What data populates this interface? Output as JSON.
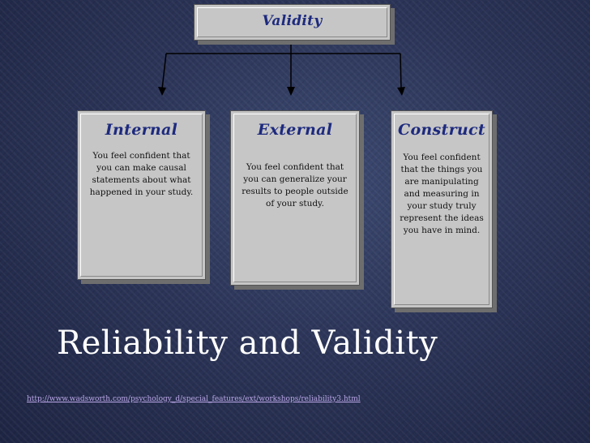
{
  "diagram": {
    "root": {
      "title": "Validity"
    },
    "children": [
      {
        "id": "internal",
        "title": "Internal",
        "description": "You feel confident that\nyou can make causal\nstatements about what\nhappened in your study."
      },
      {
        "id": "external",
        "title": "External",
        "description": "You feel confident that\nyou can generalize your\nresults to people outside\nof your study."
      },
      {
        "id": "construct",
        "title": "Construct",
        "description": "You feel confident\nthat the things you\nare manipulating\nand measuring in\nyour study truly\nrepresent the ideas\nyou have in mind."
      }
    ]
  },
  "slide": {
    "title": "Reliability and Validity",
    "source_url": "http://www.wadsworth.com/psychology_d/special_features/ext/workshops/reliability3.html"
  },
  "colors": {
    "box_title": "#1d2a7e",
    "box_fill": "#c6c6c6",
    "link": "#b9a6e6",
    "background": "#2c3558"
  }
}
